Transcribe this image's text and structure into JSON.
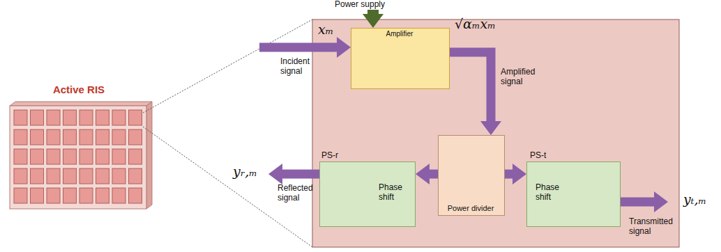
{
  "diagram": {
    "nodes": [
      {
        "text": [
          "Active RIS"
        ]
      },
      {
        "text": [
          "Amplifier"
        ]
      },
      {
        "text": [
          "Power divider"
        ]
      },
      {
        "text": [
          "PS-r",
          "Phase shift"
        ]
      },
      {
        "text": [
          "PS-t",
          "Phase shift"
        ]
      }
    ],
    "edges": [
      {
        "from": 1,
        "to": 2,
        "arrow": "to",
        "label": "Amplified signal"
      },
      {
        "from": 2,
        "to": 3,
        "arrow": "to"
      },
      {
        "from": 2,
        "to": 4,
        "arrow": "to"
      }
    ],
    "labels": [
      "Power supply",
      "xₘ",
      "Incident signal",
      "√αₘxₘ",
      "yᵣ,ₘ",
      "Reflected signal",
      "yₜ,ₘ",
      "Transmitted signal"
    ]
  }
}
